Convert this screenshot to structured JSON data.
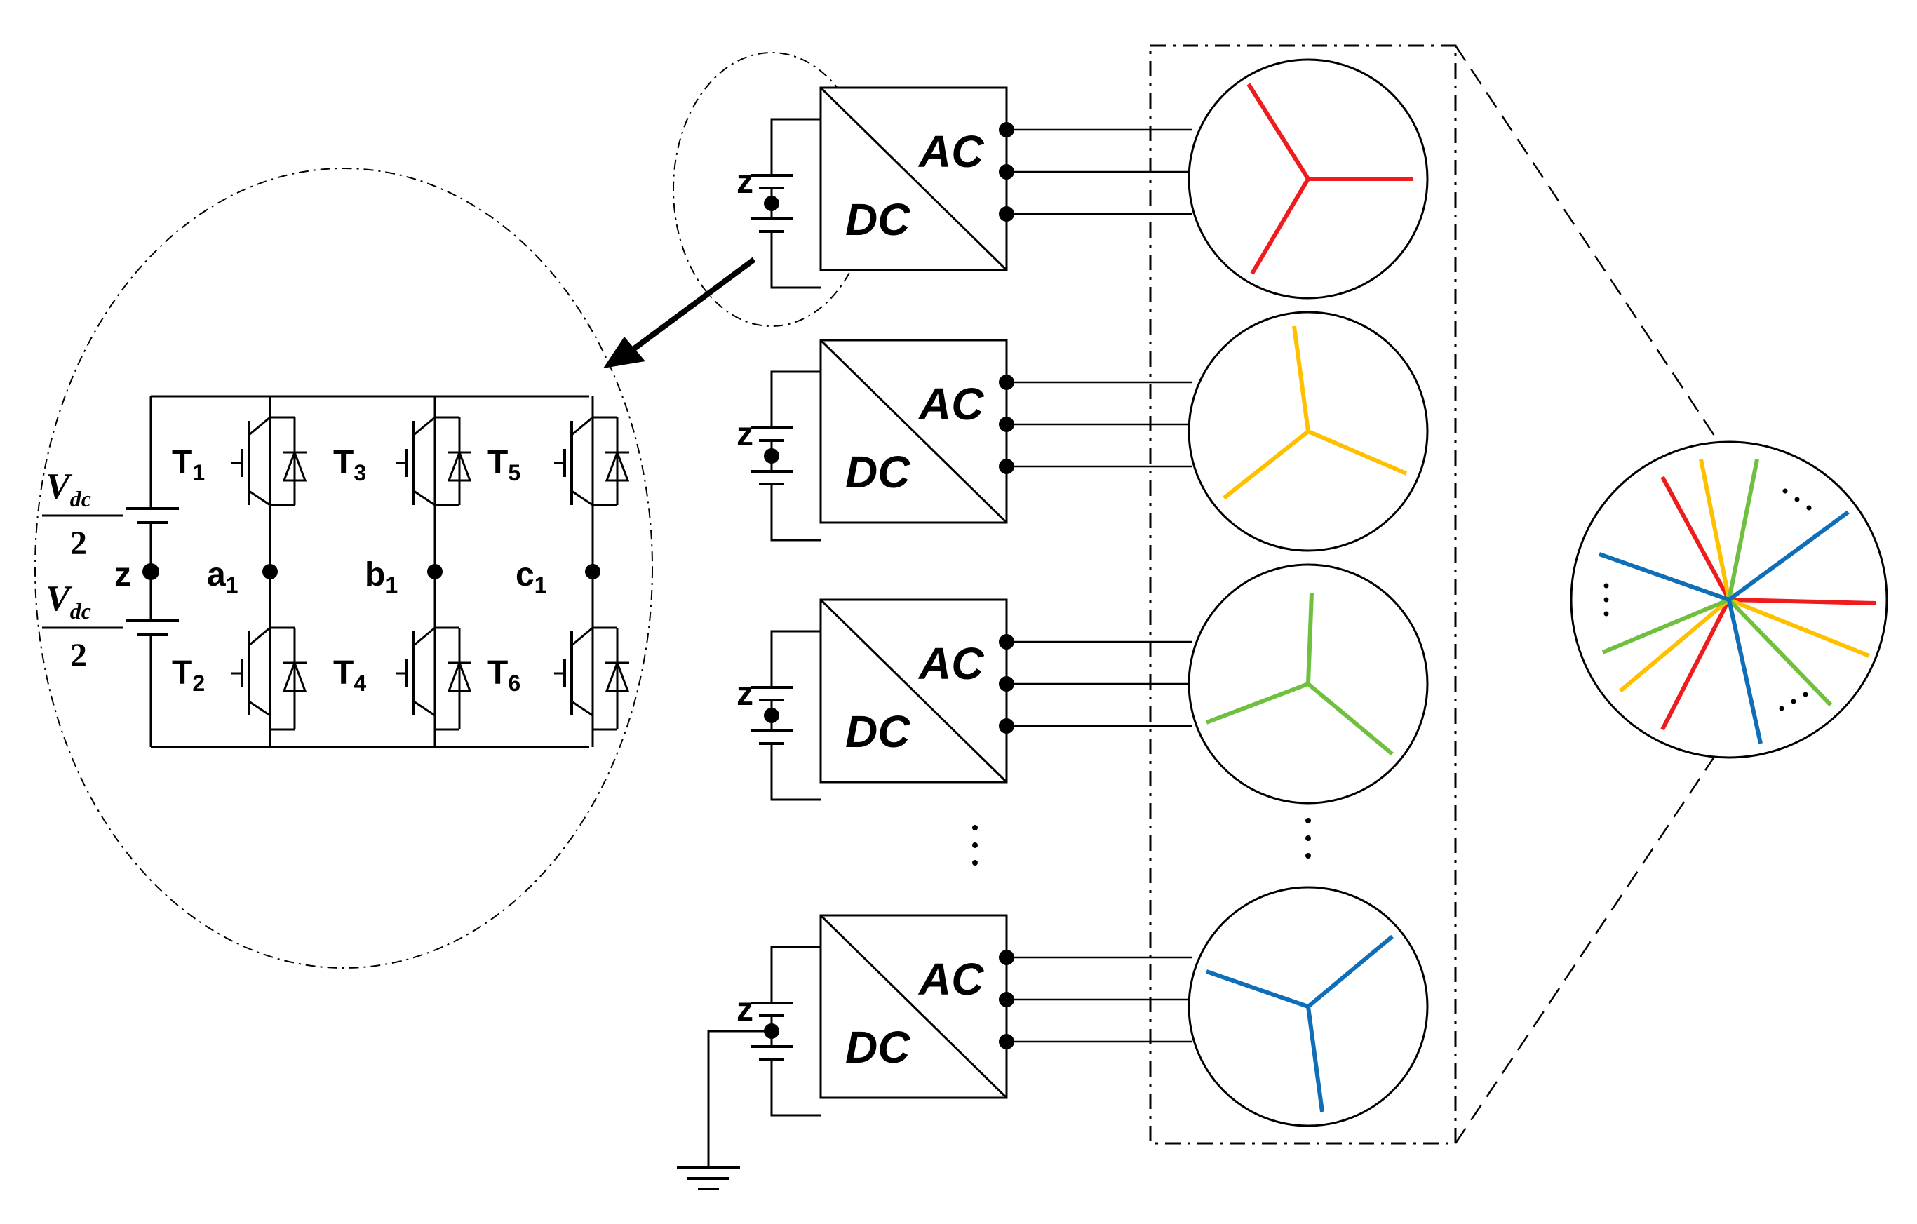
{
  "converter": {
    "ac_label": "AC",
    "dc_label": "DC",
    "z_label": "z"
  },
  "inverter": {
    "vdc_main": "V",
    "vdc_sub": "dc",
    "vdc_den": "2",
    "z_label": "z",
    "switches": [
      {
        "main": "T",
        "sub": "1"
      },
      {
        "main": "T",
        "sub": "2"
      },
      {
        "main": "T",
        "sub": "3"
      },
      {
        "main": "T",
        "sub": "4"
      },
      {
        "main": "T",
        "sub": "5"
      },
      {
        "main": "T",
        "sub": "6"
      }
    ],
    "phases": [
      {
        "main": "a",
        "sub": "1"
      },
      {
        "main": "b",
        "sub": "1"
      },
      {
        "main": "c",
        "sub": "1"
      }
    ]
  },
  "colors": {
    "set1": "#ee1c1c",
    "set2": "#ffc000",
    "set3": "#70c040",
    "set4": "#0e6eb8",
    "line": "#000000"
  },
  "vertical_dots": "·\n·\n·",
  "fan_dots": "· · ·"
}
